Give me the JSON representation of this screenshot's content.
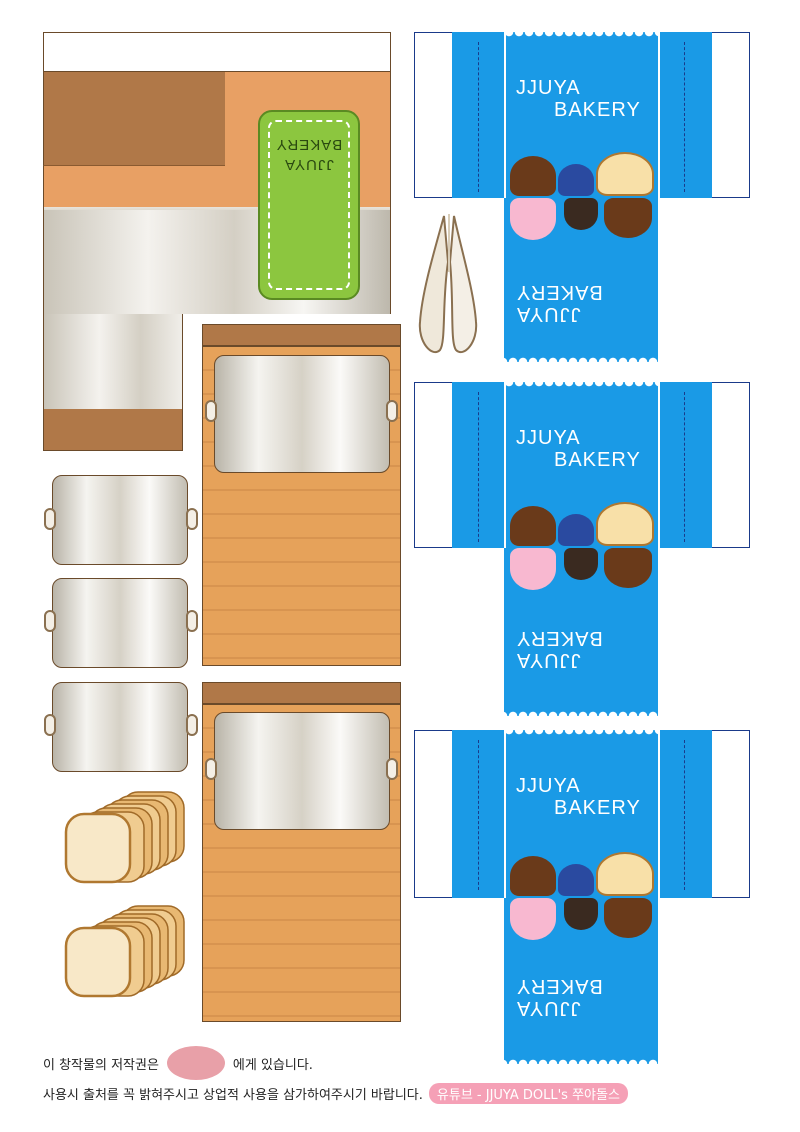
{
  "sign": {
    "line1": "JJUYA",
    "line2": "BAKERY"
  },
  "boxes": [
    {
      "title1": "JJUYA",
      "title2": "BAKERY",
      "back1": "JJUYA",
      "back2": "BAKERY"
    },
    {
      "title1": "JJUYA",
      "title2": "BAKERY",
      "back1": "JJUYA",
      "back2": "BAKERY"
    },
    {
      "title1": "JJUYA",
      "title2": "BAKERY",
      "back1": "JJUYA",
      "back2": "BAKERY"
    }
  ],
  "footer": {
    "line1_before": "이 창작물의 저작권은",
    "line1_after": "에게 있습니다.",
    "line2": "사용시 출처를 꼭 밝혀주시고 상업적 사용을 삼가하여주시기 바랍니다.",
    "pill": "유튜브 - JJUYA DOLL's 쭈야돌스"
  },
  "colors": {
    "box_blue": "#1a9ae6",
    "sign_green": "#8cc63f",
    "wood": "#e6a25a",
    "pill": "#f5a0b6"
  }
}
